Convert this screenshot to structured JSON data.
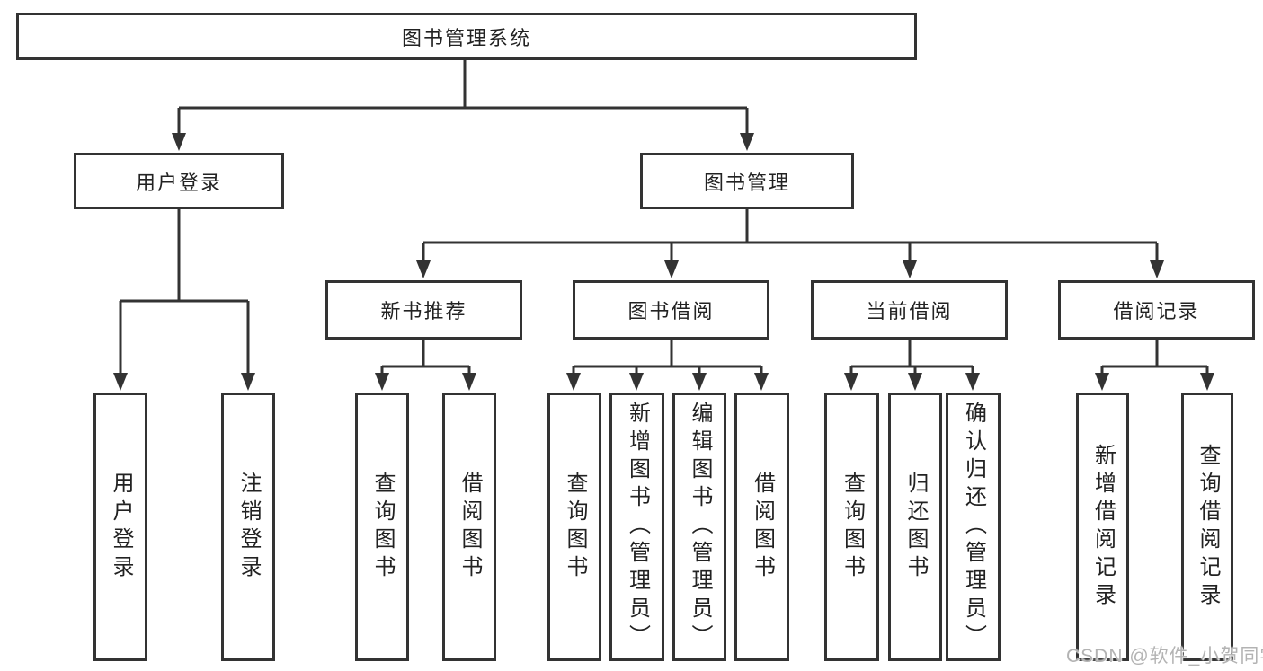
{
  "diagram": {
    "title_node": "图书管理系统",
    "branches": [
      {
        "label": "用户登录",
        "leaves": [
          "用户登录",
          "注销登录"
        ]
      },
      {
        "label": "图书管理",
        "groups": [
          {
            "label": "新书推荐",
            "leaves": [
              "查询图书",
              "借阅图书"
            ]
          },
          {
            "label": "图书借阅",
            "leaves": [
              "查询图书",
              "新增图书（管理员）",
              "编辑图书（管理员）",
              "借阅图书"
            ]
          },
          {
            "label": "当前借阅",
            "leaves": [
              "查询图书",
              "归还图书",
              "确认归还（管理员）"
            ]
          },
          {
            "label": "借阅记录",
            "leaves": [
              "新增借阅记录",
              "查询借阅记录"
            ]
          }
        ]
      }
    ]
  },
  "watermark": "CSDN @软件_小贺同学",
  "colors": {
    "line": "#333333",
    "text": "#222222",
    "background": "#ffffff",
    "watermark": "#b3b3b3"
  }
}
